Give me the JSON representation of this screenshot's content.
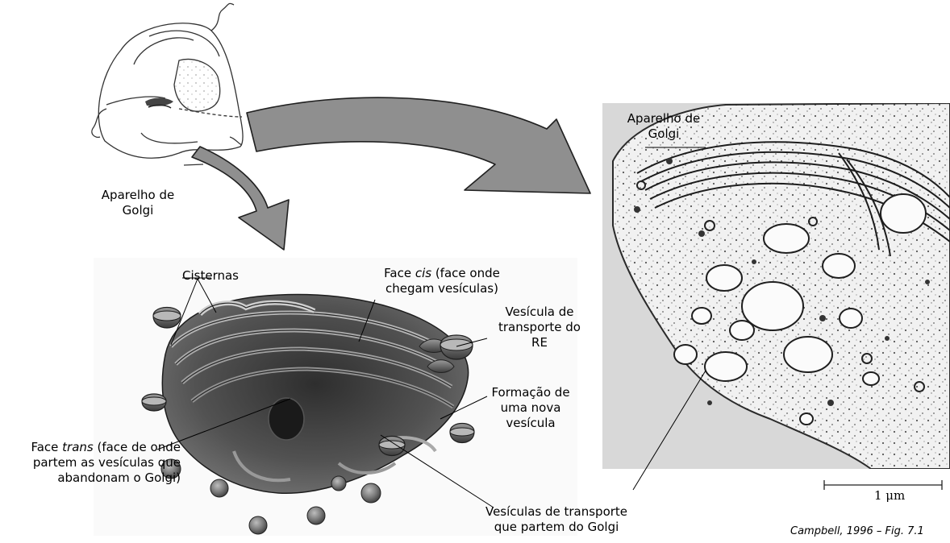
{
  "labels": {
    "golgi_cell": [
      "Aparelho de",
      "Golgi"
    ],
    "golgi_micrograph": [
      "Aparelho de",
      "Golgi"
    ],
    "cisternas": "Cisternas",
    "face_cis": {
      "pre": "Face ",
      "em": "cis",
      "line1_rest": " (face onde",
      "line2": "chegam vesículas)"
    },
    "vesicula_re": [
      "Vesícula de",
      "transporte do",
      "RE"
    ],
    "formacao": [
      "Formação de",
      "uma nova",
      "vesícula"
    ],
    "face_trans": {
      "pre": "Face ",
      "em": "trans",
      "line1_rest": " (face de onde",
      "line2": "partem as vesículas que",
      "line3": "abandonam o Golgi)"
    },
    "vesiculas_golgi": [
      "Vesículas de transporte",
      "que partem do Golgi"
    ]
  },
  "scale_bar": "1 μm",
  "credit": "Campbell, 1996 – Fig. 7.1",
  "colors": {
    "arrow_fill": "#8f8f8f",
    "arrow_stroke": "#202020",
    "golgi_dark": "#3f3f3f",
    "golgi_mid": "#6f6f6f",
    "micrograph_bg": "#f1f1f1"
  }
}
